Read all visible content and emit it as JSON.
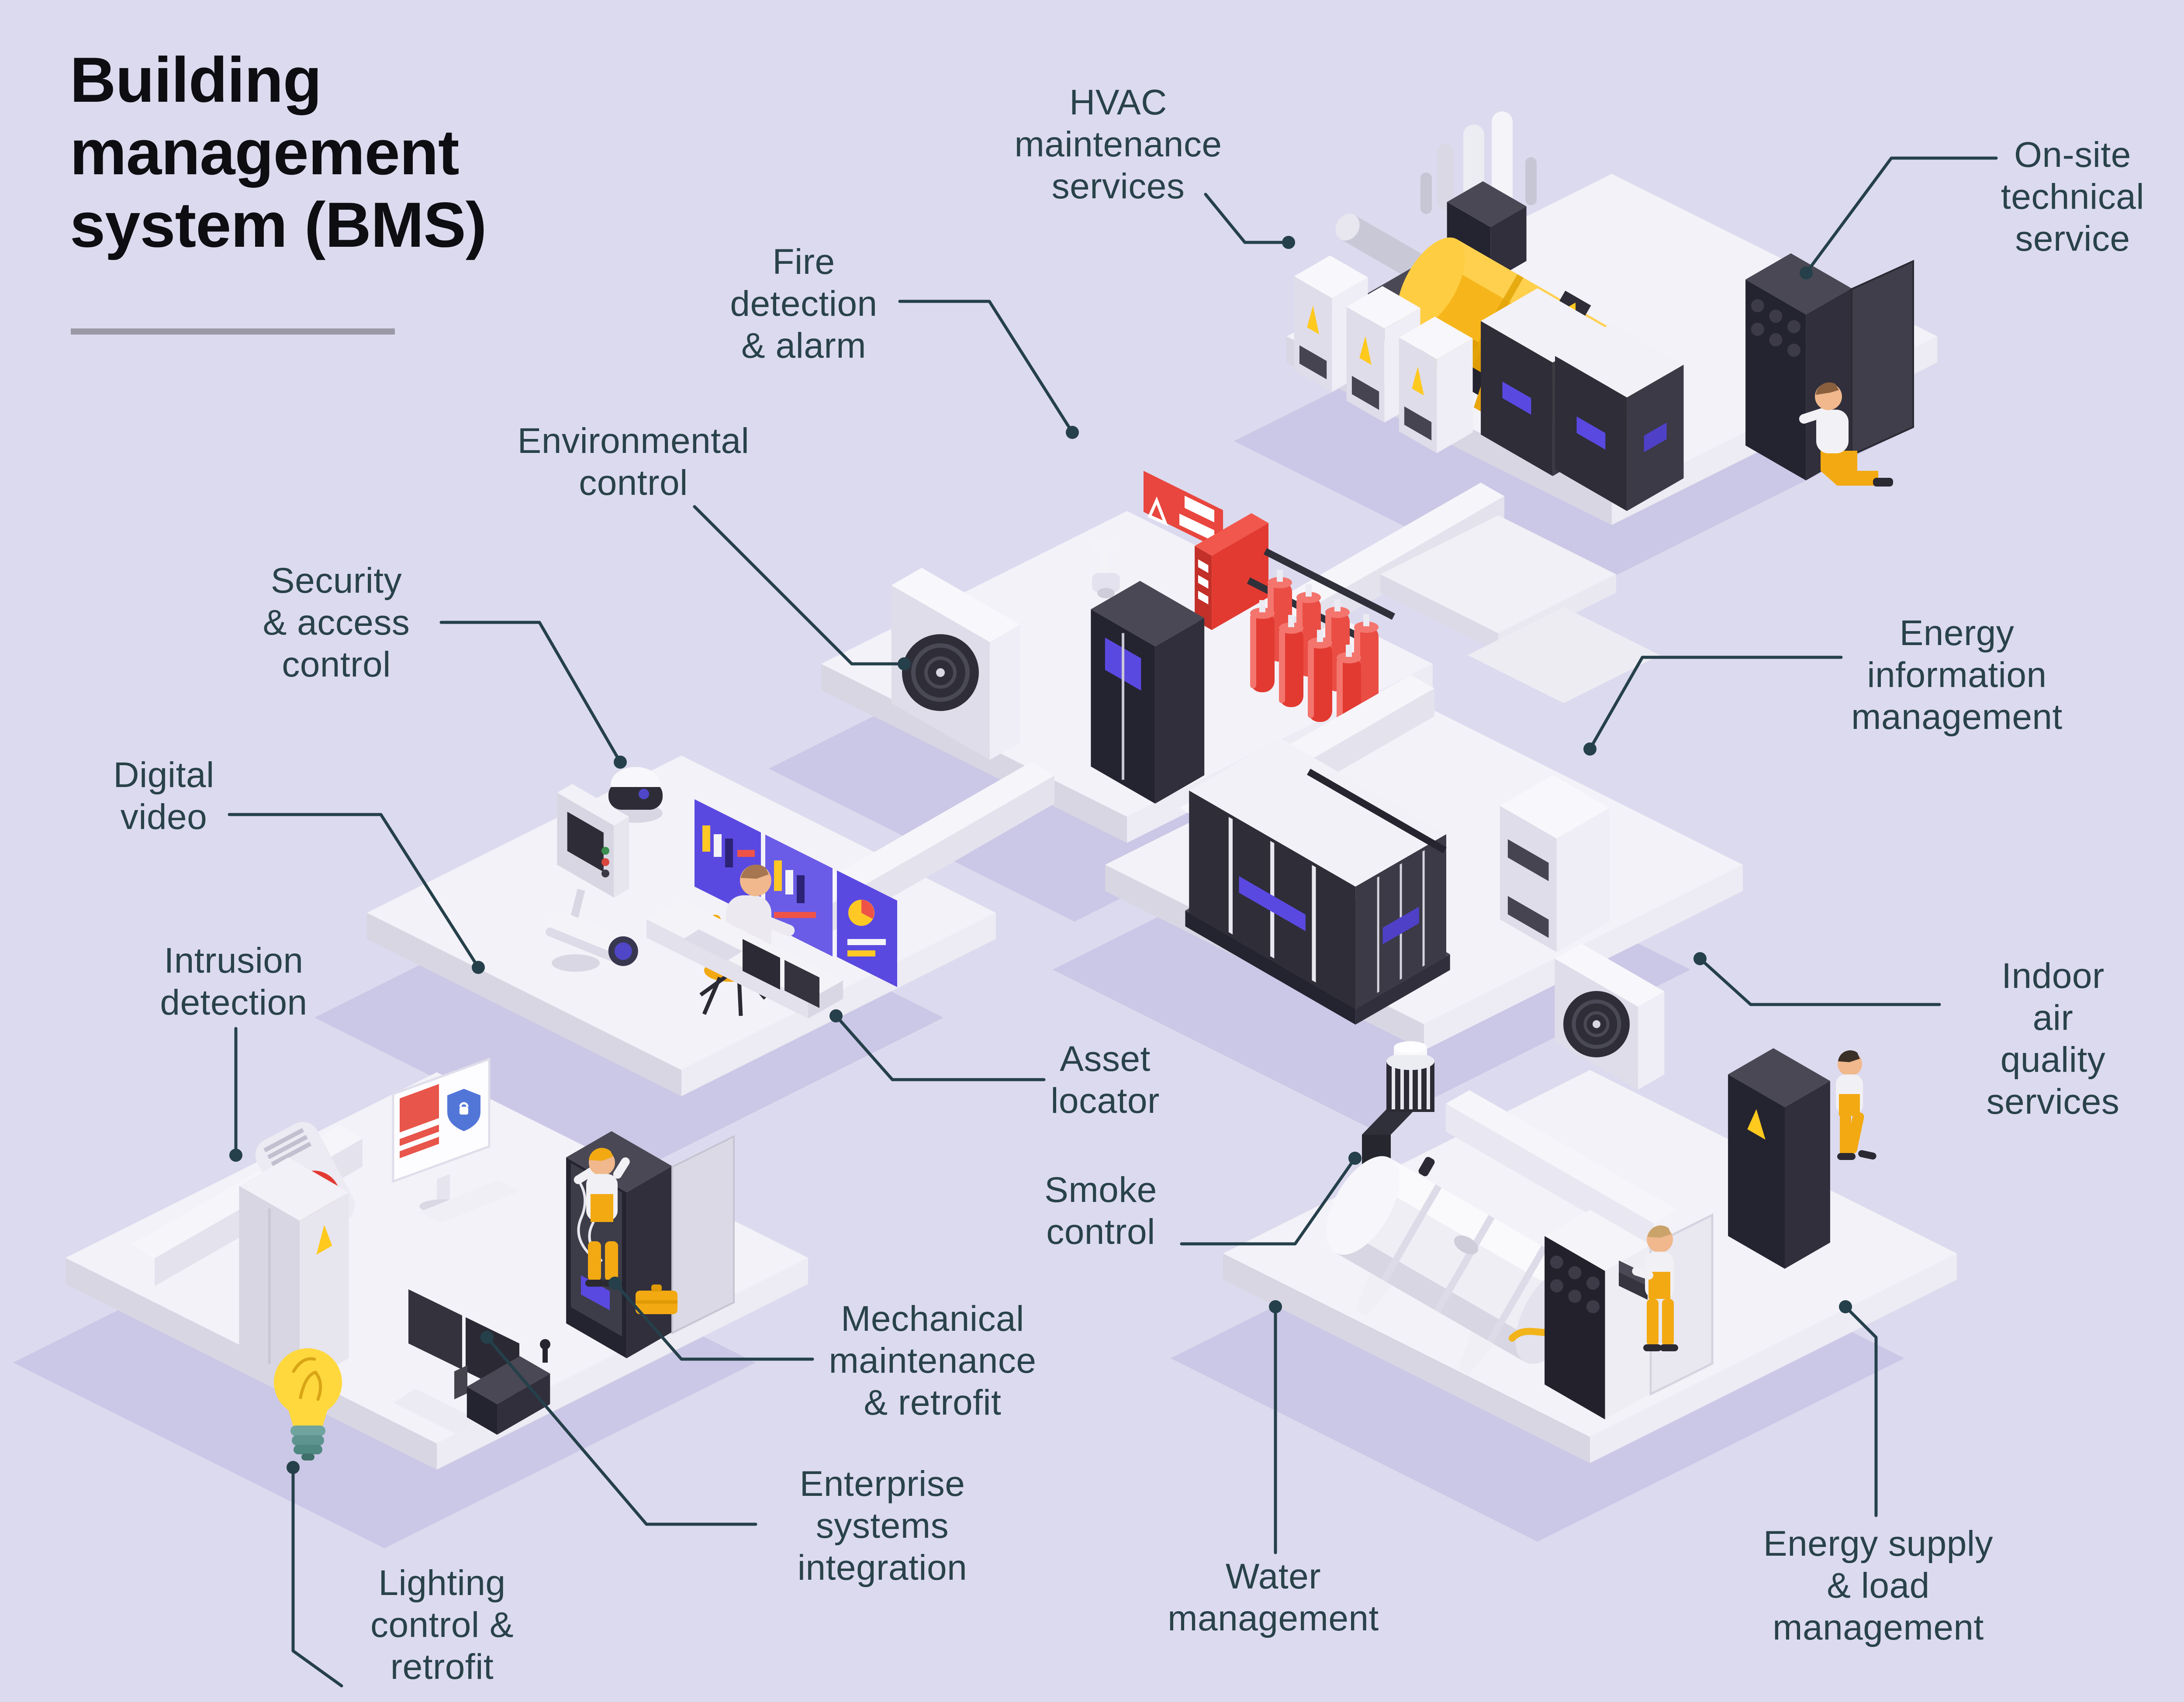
{
  "title": {
    "text": "Building\nmanagement\nsystem (BMS)"
  },
  "labels": [
    {
      "id": "hvac-maintenance-services",
      "text": "HVAC\nmaintenance\nservices"
    },
    {
      "id": "on-site-technical-service",
      "text": "On-site\ntechnical\nservice"
    },
    {
      "id": "fire-detection-alarm",
      "text": "Fire\ndetection\n& alarm"
    },
    {
      "id": "environmental-control",
      "text": "Environmental\ncontrol"
    },
    {
      "id": "security-access-control",
      "text": "Security\n& access\ncontrol"
    },
    {
      "id": "digital-video",
      "text": "Digital\nvideo"
    },
    {
      "id": "intrusion-detection",
      "text": "Intrusion\ndetection"
    },
    {
      "id": "energy-information-management",
      "text": "Energy\ninformation\nmanagement"
    },
    {
      "id": "asset-locator",
      "text": "Asset\nlocator"
    },
    {
      "id": "smoke-control",
      "text": "Smoke\ncontrol"
    },
    {
      "id": "indoor-air-quality-services",
      "text": "Indoor air\nquality\nservices"
    },
    {
      "id": "mechanical-maintenance-retrofit",
      "text": "Mechanical\nmaintenance\n& retrofit"
    },
    {
      "id": "enterprise-systems-integration",
      "text": "Enterprise\nsystems\nintegration"
    },
    {
      "id": "lighting-control-retrofit",
      "text": "Lighting\ncontrol &\nretrofit"
    },
    {
      "id": "water-management",
      "text": "Water\nmanagement"
    },
    {
      "id": "energy-supply-load-management",
      "text": "Energy supply\n& load\nmanagement"
    }
  ],
  "colors": {
    "background": "#dcdaee",
    "platform_top": "#f3f2f8",
    "platform_shadow": "#cbc7e6",
    "title_text": "#0d0d12",
    "label_text": "#29424a",
    "connector": "#25404a",
    "accent_yellow": "#f6b61b",
    "accent_red": "#e8463e",
    "accent_purple": "#5a49e0",
    "dark_equipment": "#2e2d38"
  },
  "scene": {
    "equipment": [
      "hvac-turbine",
      "electrical-panels",
      "server-towers",
      "rack-cabinet-open",
      "exhaust-pipes",
      "ac-unit",
      "environment-cabinet",
      "fire-alarm-panel",
      "fire-warning-sign",
      "fire-suppression-cylinders",
      "wall-camera",
      "dome-camera",
      "intercom-panel",
      "cctv-camera",
      "dashboard-screens",
      "operator-desk",
      "alarm-siren",
      "security-monitor",
      "electrical-cabinet",
      "light-bulb",
      "control-monitors",
      "open-wiring-cabinet",
      "toolbox",
      "server-row",
      "ahu-stack",
      "ac-outdoor-unit",
      "smoke-vent",
      "water-tank",
      "power-cabinet",
      "open-server-rack",
      "technicians"
    ]
  }
}
